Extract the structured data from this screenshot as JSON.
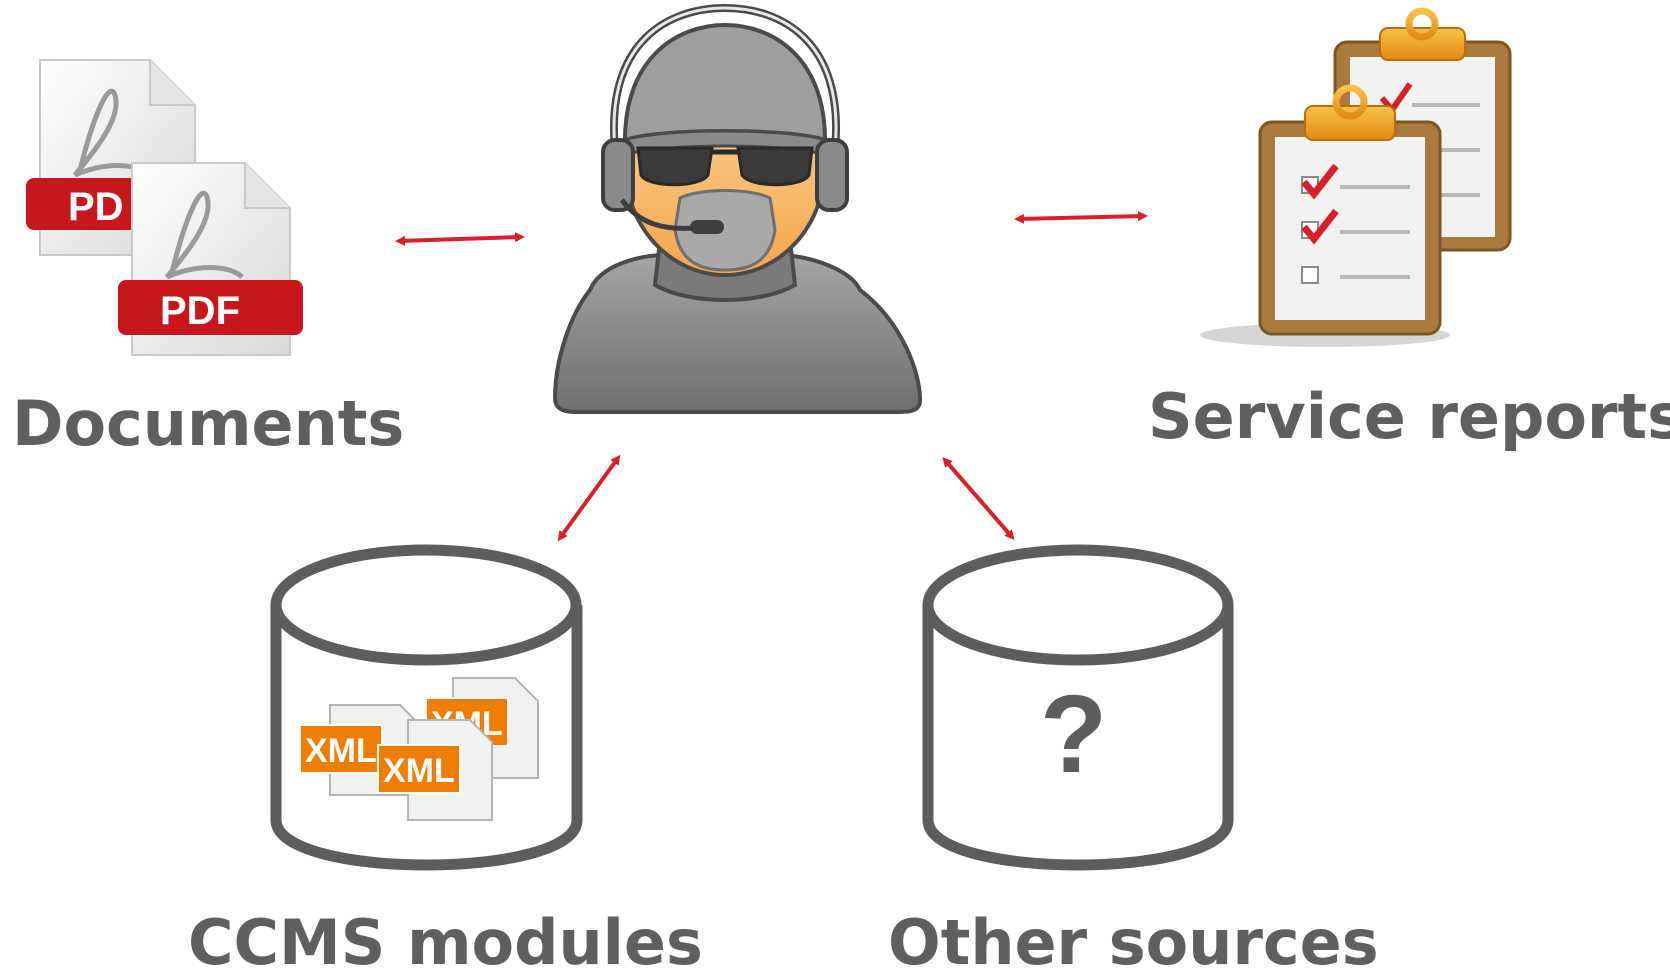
{
  "nodes": {
    "documents": {
      "label": "Documents",
      "file_badge": "PDF",
      "file_badge_partial": "PD"
    },
    "service_reports": {
      "label": "Service reports"
    },
    "ccms_modules": {
      "label": "CCMS modules",
      "file_badge": "XML"
    },
    "other_sources": {
      "label": "Other sources",
      "symbol": "?"
    },
    "user": {
      "icon": "support-agent-icon"
    }
  },
  "colors": {
    "arrow": "#d9202a",
    "label": "#5f5f5f",
    "cylinder_stroke": "#5d5d5d",
    "pdf_red": "#c8161d",
    "xml_orange": "#ef7d00",
    "clipboard_brown": "#a87a3e"
  }
}
